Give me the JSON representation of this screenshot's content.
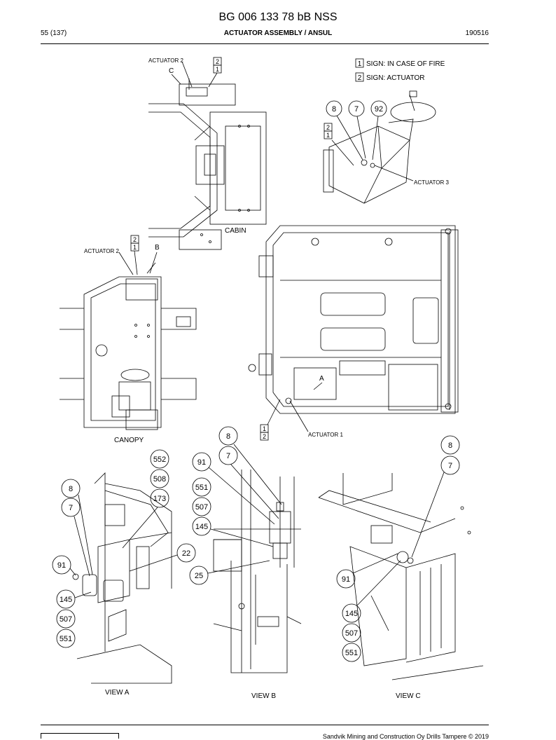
{
  "header": {
    "doc_title": "BG 006 133 78 bB NSS",
    "page": "55 (137)",
    "section": "ACTUATOR ASSEMBLY / ANSUL",
    "code": "190516"
  },
  "legend": [
    {
      "num": "1",
      "text": "SIGN: IN CASE OF FIRE"
    },
    {
      "num": "2",
      "text": "SIGN: ACTUATOR"
    }
  ],
  "labels": {
    "actuator_2": "ACTUATOR 2",
    "actuator_1": "ACTUATOR 1",
    "actuator_3": "ACTUATOR 3",
    "cabin": "CABIN",
    "canopy": "CANOPY",
    "c": "C",
    "b": "B",
    "a": "A",
    "view_a": "VIEW A",
    "view_b": "VIEW B",
    "view_c": "VIEW C",
    "sign_1": "1",
    "sign_2": "2"
  },
  "callouts": {
    "n8": "8",
    "n7": "7",
    "n92": "92",
    "n91": "91",
    "n145": "145",
    "n507": "507",
    "n551": "551",
    "n552": "552",
    "n508": "508",
    "n173": "173",
    "n22": "22",
    "n25": "25"
  },
  "footer": {
    "copyright": "Sandvik Mining and Construction Oy Drills Tampere © 2019"
  }
}
